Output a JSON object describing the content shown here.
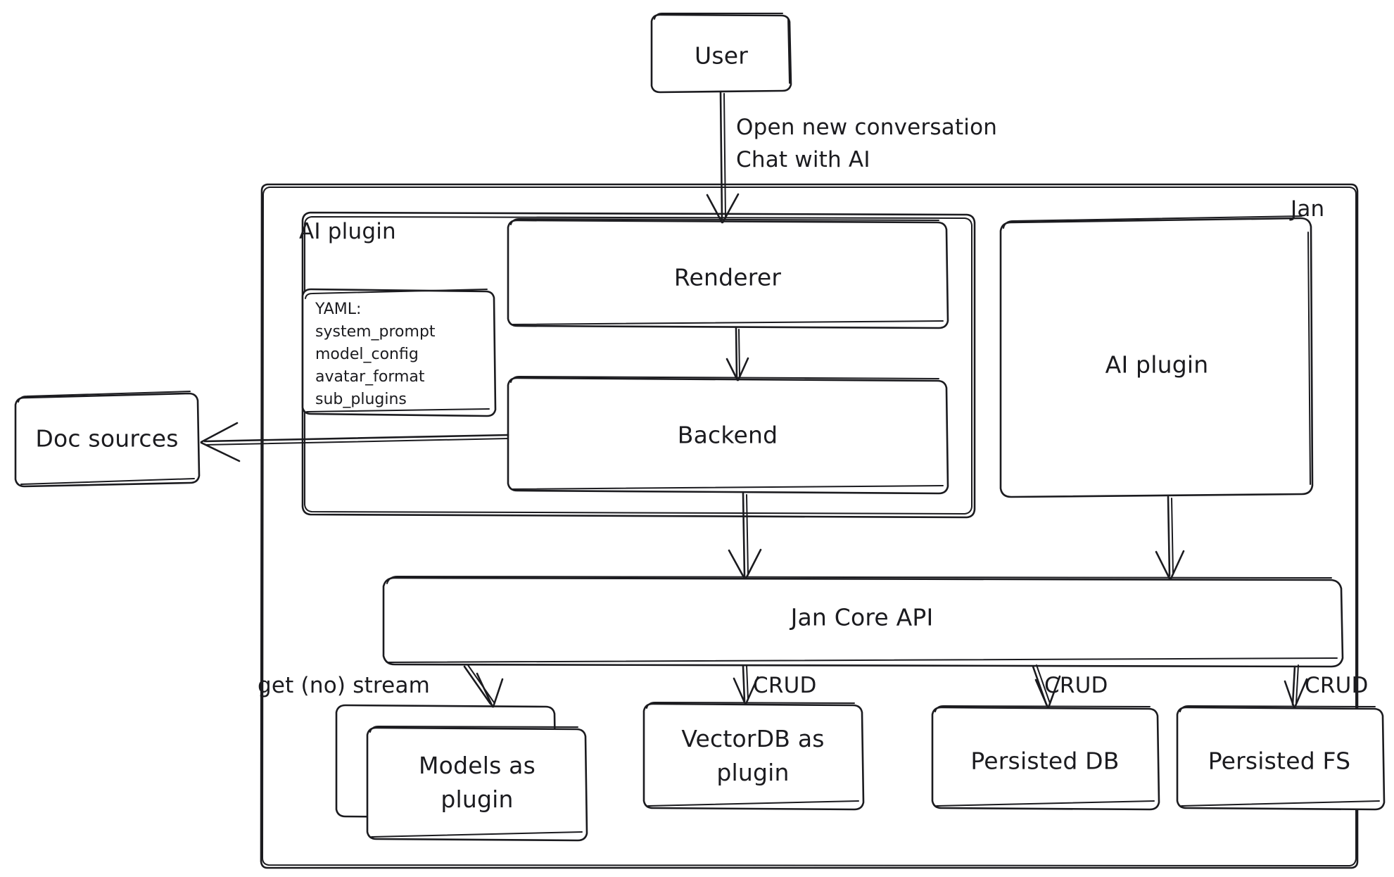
{
  "diagram": {
    "title": "Jan architecture sketch",
    "style": "hand-drawn",
    "stroke_color": "#1b1b1f",
    "fill_color": "#ffffff",
    "background": "#ffffff"
  },
  "groups": {
    "jan": {
      "label": "Jan"
    },
    "ai_plugin_group": {
      "label": "AI plugin"
    }
  },
  "nodes": {
    "user": {
      "label": "User"
    },
    "renderer": {
      "label": "Renderer"
    },
    "backend": {
      "label": "Backend"
    },
    "ai_plugin": {
      "label": "AI plugin"
    },
    "doc_sources": {
      "label": "Doc sources"
    },
    "jan_core_api": {
      "label": "Jan Core API"
    },
    "models_plugin": {
      "label": "Models as\nplugin"
    },
    "vectordb_plugin": {
      "label": "VectorDB as\nplugin"
    },
    "persisted_db": {
      "label": "Persisted DB"
    },
    "persisted_fs": {
      "label": "Persisted FS"
    }
  },
  "yaml_card": {
    "header": "YAML:",
    "keys": [
      "system_prompt",
      "model_config",
      "avatar_format",
      "sub_plugins"
    ]
  },
  "edges": [
    {
      "from": "user",
      "to": "renderer",
      "label": "Open new conversation\nChat with AI"
    },
    {
      "from": "renderer",
      "to": "backend",
      "label": ""
    },
    {
      "from": "backend",
      "to": "doc_sources",
      "label": ""
    },
    {
      "from": "backend",
      "to": "jan_core_api",
      "label": ""
    },
    {
      "from": "ai_plugin",
      "to": "jan_core_api",
      "label": ""
    },
    {
      "from": "jan_core_api",
      "to": "models_plugin",
      "label": "get (no) stream"
    },
    {
      "from": "jan_core_api",
      "to": "vectordb_plugin",
      "label": "CRUD"
    },
    {
      "from": "jan_core_api",
      "to": "persisted_db",
      "label": "CRUD"
    },
    {
      "from": "jan_core_api",
      "to": "persisted_fs",
      "label": "CRUD"
    }
  ],
  "edge_labels": {
    "user_to_renderer_line1": "Open new conversation",
    "user_to_renderer_line2": "Chat with AI",
    "get_no_stream": "get (no) stream",
    "crud_vectordb": "CRUD",
    "crud_db": "CRUD",
    "crud_fs": "CRUD"
  }
}
